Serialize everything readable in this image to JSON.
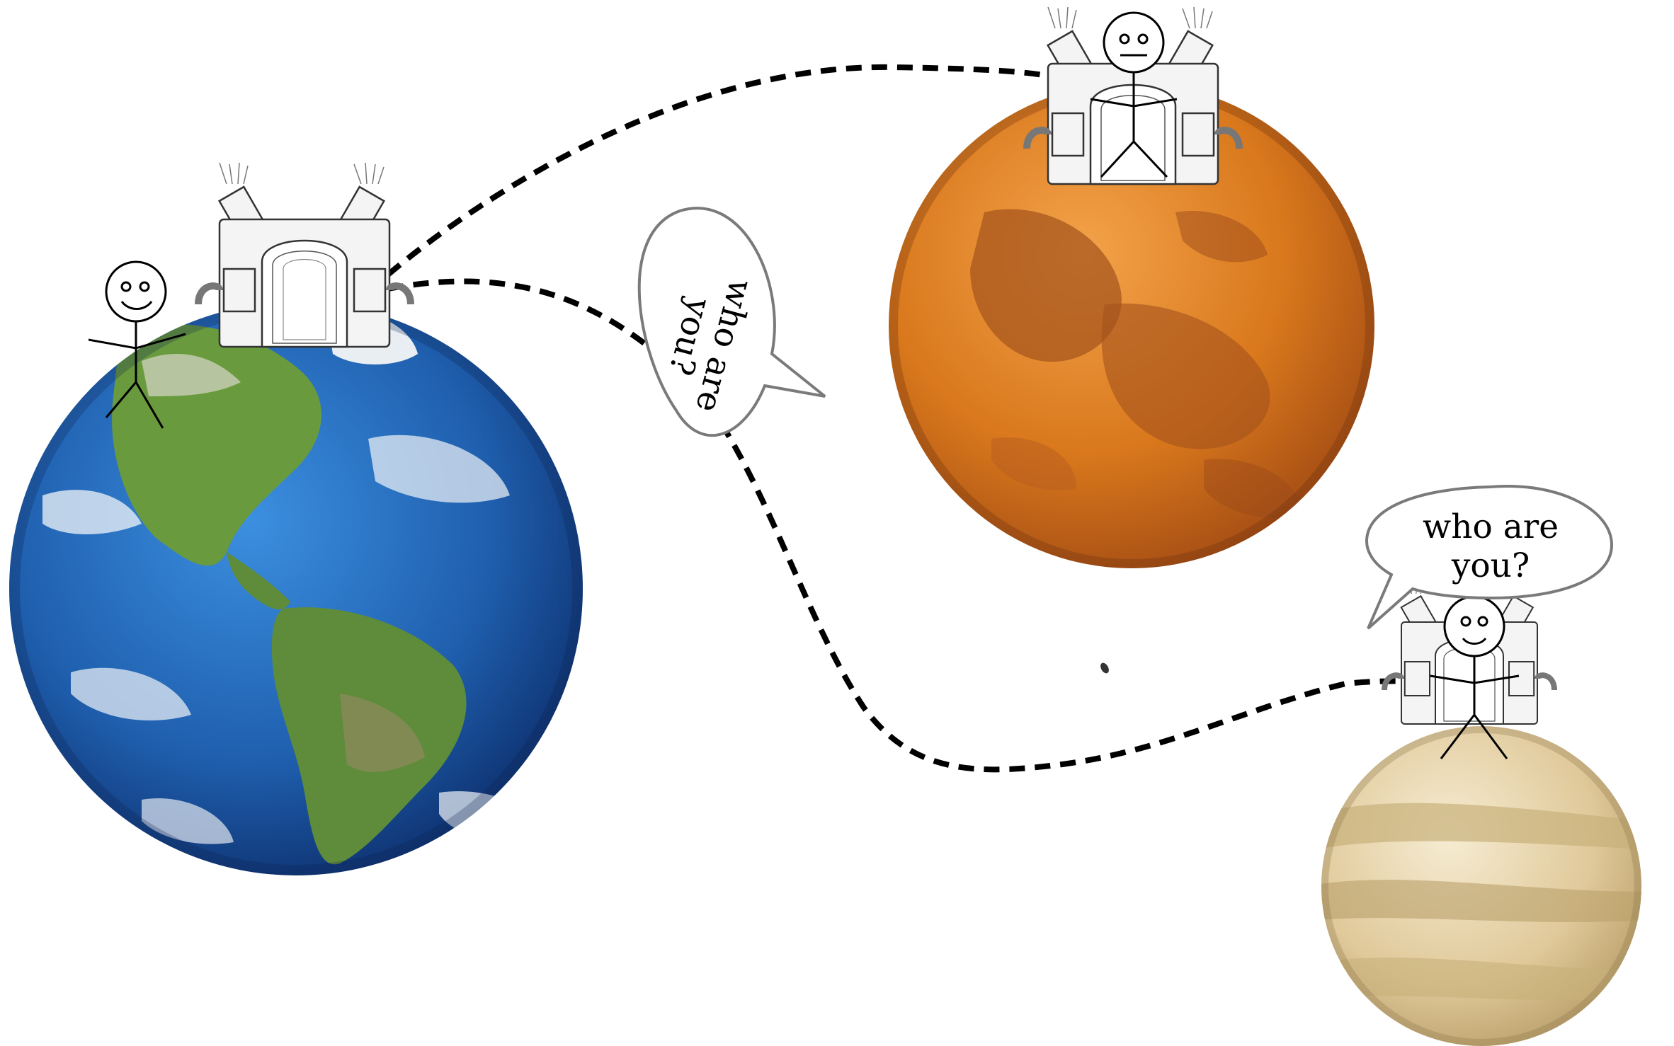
{
  "bubbles": {
    "earth_link_flipped": {
      "line1": "who are",
      "line2": "you?"
    },
    "venus_speech": {
      "line1": "who are",
      "line2": "you?"
    }
  },
  "planets": {
    "earth": {
      "name": "earth-icon",
      "ocean": "#1f5fae",
      "land": "#5f8c3a",
      "cloud": "#f2f5f8"
    },
    "mars": {
      "name": "mars-icon",
      "base": "#d9781c",
      "dark": "#9c4a1a",
      "light": "#f0a048"
    },
    "venus": {
      "name": "venus-icon",
      "base": "#e2cfa2",
      "band": "#c8b07a",
      "light": "#f3e8cc"
    }
  },
  "colors": {
    "link_dash": "#000000",
    "bubble_stroke": "#7a7a7a",
    "stick_figure": "#000000"
  }
}
